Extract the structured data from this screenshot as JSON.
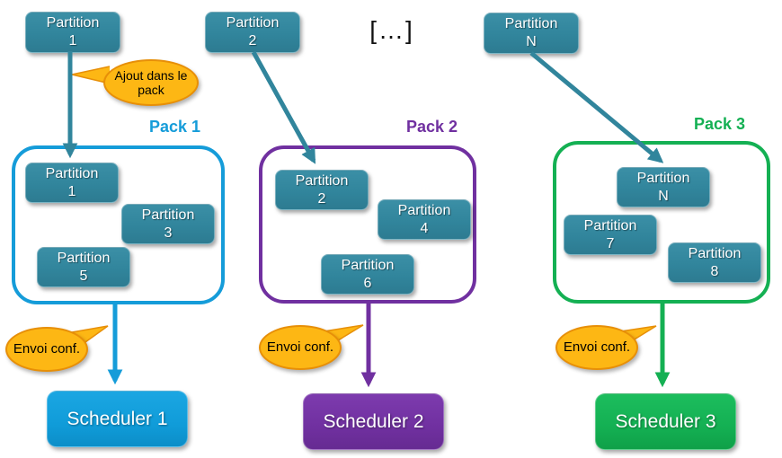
{
  "diagram": {
    "ellipsis": "[…]",
    "callout_ajout": "Ajout dans le pack",
    "envoi_label": "Envoi conf.",
    "top_partitions": [
      {
        "title": "Partition",
        "num": "1"
      },
      {
        "title": "Partition",
        "num": "2"
      },
      {
        "title": "Partition",
        "num": "N"
      }
    ],
    "packs": [
      {
        "name": "Pack 1",
        "scheduler": "Scheduler 1",
        "partitions": [
          {
            "title": "Partition",
            "num": "1"
          },
          {
            "title": "Partition",
            "num": "3"
          },
          {
            "title": "Partition",
            "num": "5"
          }
        ]
      },
      {
        "name": "Pack 2",
        "scheduler": "Scheduler 2",
        "partitions": [
          {
            "title": "Partition",
            "num": "2"
          },
          {
            "title": "Partition",
            "num": "4"
          },
          {
            "title": "Partition",
            "num": "6"
          }
        ]
      },
      {
        "name": "Pack 3",
        "scheduler": "Scheduler 3",
        "partitions": [
          {
            "title": "Partition",
            "num": "N"
          },
          {
            "title": "Partition",
            "num": "7"
          },
          {
            "title": "Partition",
            "num": "8"
          }
        ]
      }
    ],
    "colors": {
      "partition_teal": "#31859C",
      "pack1_blue": "#159CD9",
      "pack2_purple": "#7030A0",
      "pack3_green": "#14B053",
      "callout_orange": "#FDB714",
      "callout_border": "#E78F08"
    }
  }
}
